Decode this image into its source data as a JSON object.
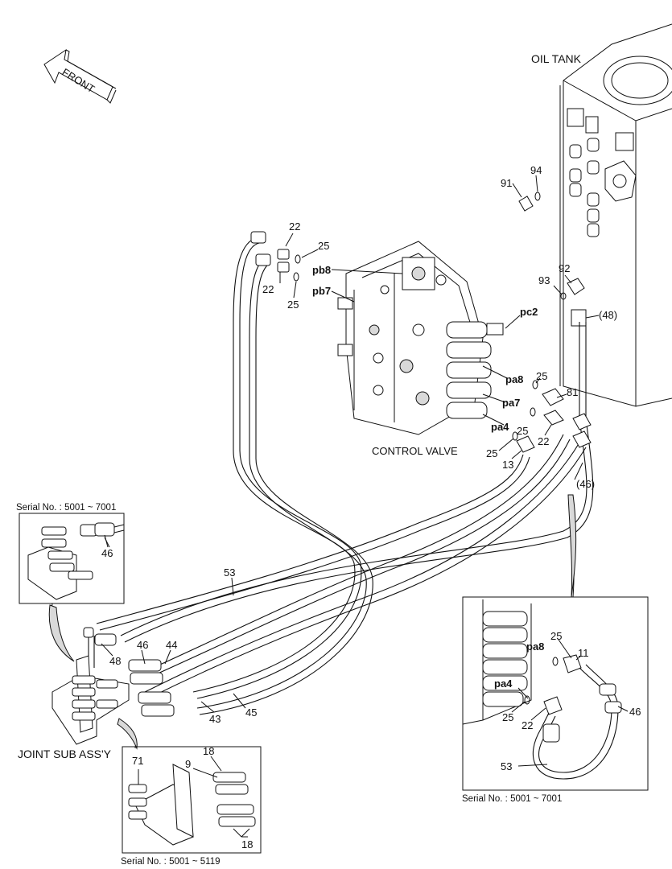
{
  "titles": {
    "oil_tank": "OIL TANK",
    "control_valve": "CONTROL VALVE",
    "joint_sub": "JOINT SUB ASS'Y",
    "front": "FRONT"
  },
  "serials": {
    "upper_left": "Serial No. : 5001 ~ 7001",
    "lower_right": "Serial No. : 5001 ~ 7001",
    "bottom": "Serial No. : 5001 ~ 5119"
  },
  "callouts": {
    "c22a": "22",
    "c25a": "25",
    "pb8": "pb8",
    "c22b": "22",
    "pb7": "pb7",
    "c25b": "25",
    "c91": "91",
    "c94": "94",
    "c92": "92",
    "c93": "93",
    "c48p": "(48)",
    "pc2": "pc2",
    "pa8": "pa8",
    "c25c": "25",
    "c81": "81",
    "pa7": "pa7",
    "pa4": "pa4",
    "c25d": "25",
    "c22c": "22",
    "c25e": "25",
    "c13": "13",
    "c46p": "(46)",
    "c53": "53",
    "c46a": "46",
    "c46b": "46",
    "c44": "44",
    "c48": "48",
    "c43": "43",
    "c45": "45",
    "r25": "25",
    "rpa8": "pa8",
    "r11": "11",
    "rpa4": "pa4",
    "r25b": "25",
    "r22": "22",
    "r46": "46",
    "r53": "53",
    "b71": "71",
    "b9": "9",
    "b18a": "18",
    "b18b": "18"
  },
  "icons": [
    "front-arrow-icon"
  ]
}
